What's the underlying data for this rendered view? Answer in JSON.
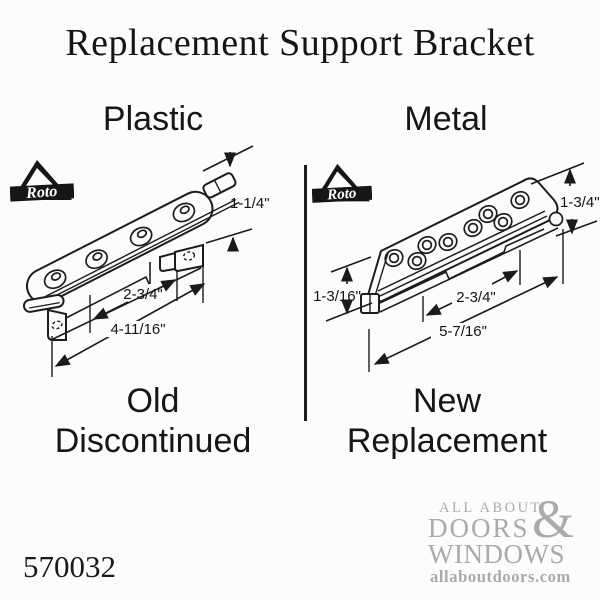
{
  "title": "Replacement Support Bracket",
  "sku": "570032",
  "left_panel": {
    "material_label": "Plastic",
    "logo_text": "Roto",
    "status": [
      "Old",
      "Discontinued"
    ],
    "dimensions": {
      "tab_height": "1-1/4\"",
      "slot_width": "2-3/4\"",
      "overall_length": "4-11/16\""
    }
  },
  "right_panel": {
    "material_label": "Metal",
    "logo_text": "Roto",
    "status": [
      "New",
      "Replacement"
    ],
    "dimensions": {
      "overall_height": "1-3/4\"",
      "left_height": "1-3/16\"",
      "slot_width": "2-3/4\"",
      "overall_length": "5-7/16\""
    }
  },
  "watermark": {
    "line1": "ALL ABOUT",
    "line2": "DOORS",
    "ampersand": "&",
    "line3": "WINDOWS",
    "url": "allaboutdoors.com"
  },
  "colors": {
    "ink": "#1a1a1a",
    "watermark_gray": "#aaaaaa",
    "background": "#fcfcfc"
  }
}
